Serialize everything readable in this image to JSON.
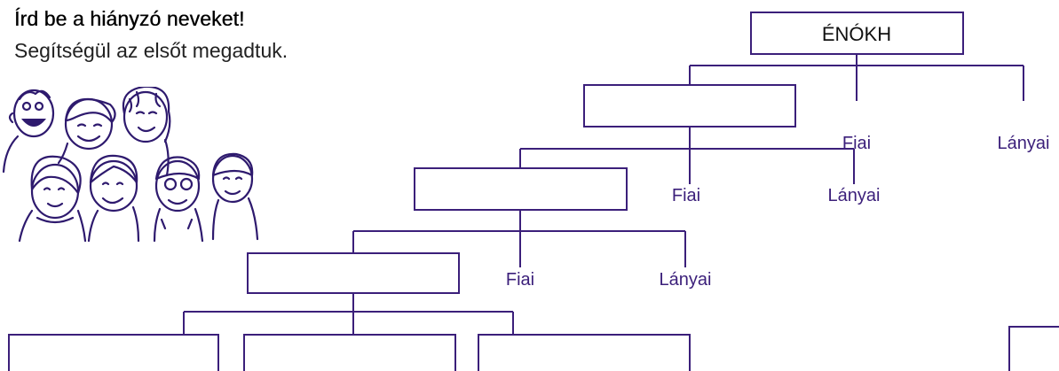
{
  "instructions": {
    "title": "Írd be a hiányzó neveket!",
    "subtitle": "Segítségül az elsőt megadtuk."
  },
  "tree": {
    "root": "ÉNÓKH",
    "level1": {
      "sons_label": "Fiai",
      "daughters_label": "Lányai"
    },
    "level2": {
      "sons_label": "Fiai",
      "daughters_label": "Lányai"
    },
    "level3": {
      "sons_label": "Fiai",
      "daughters_label": "Lányai"
    }
  },
  "colors": {
    "line": "#3b1f7a",
    "text": "#3b1f7a"
  },
  "illustration": "group-of-children-drawing"
}
